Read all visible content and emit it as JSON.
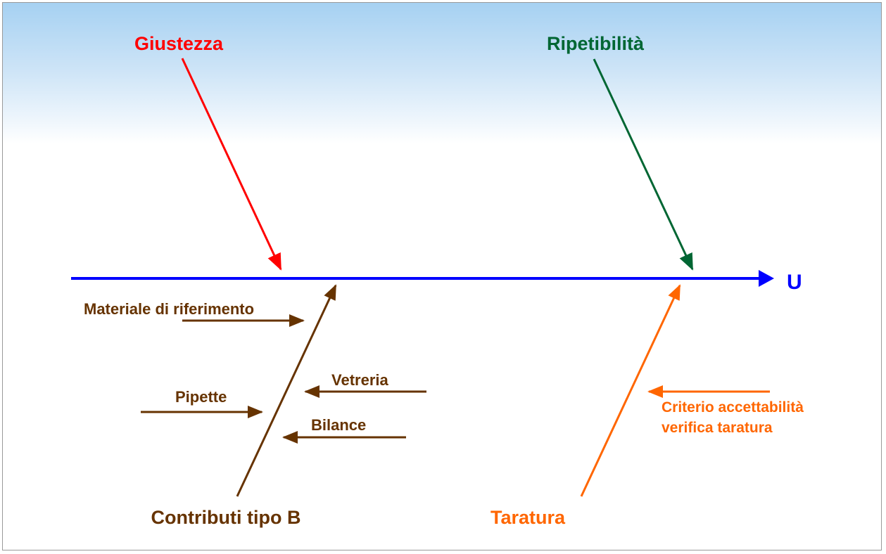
{
  "labels": {
    "giustezza": "Giustezza",
    "ripetibilita": "Ripetibilità",
    "output": "U",
    "materiale": "Materiale di riferimento",
    "pipette": "Pipette",
    "vetreria": "Vetreria",
    "bilance": "Bilance",
    "contributi_b": "Contributi tipo B",
    "taratura": "Taratura",
    "criterio_line1": "Criterio accettabilità",
    "criterio_line2": "verifica taratura"
  },
  "colors": {
    "main_axis": "#0000ff",
    "giustezza": "#ff0000",
    "ripetibilita": "#006633",
    "contributi_b": "#663300",
    "taratura": "#ff6600"
  }
}
